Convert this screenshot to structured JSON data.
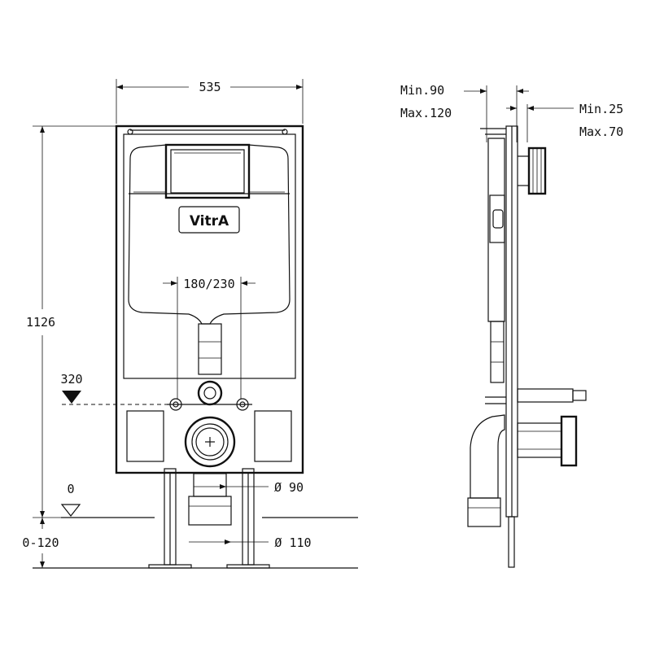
{
  "front_view": {
    "width_dim": "535",
    "height_dim": "1126",
    "flush_spacing_dim": "180/230",
    "inlet_height_dim": "320",
    "floor_level_dim": "0",
    "floor_range_dim": "0-120",
    "pipe_inner_dim": "Ø 90",
    "pipe_outer_dim": "Ø 110",
    "brand_logo": "VitrA"
  },
  "side_view": {
    "depth_min": "Min.90",
    "depth_max": "Max.120",
    "wall_min": "Min.25",
    "wall_max": "Max.70"
  }
}
